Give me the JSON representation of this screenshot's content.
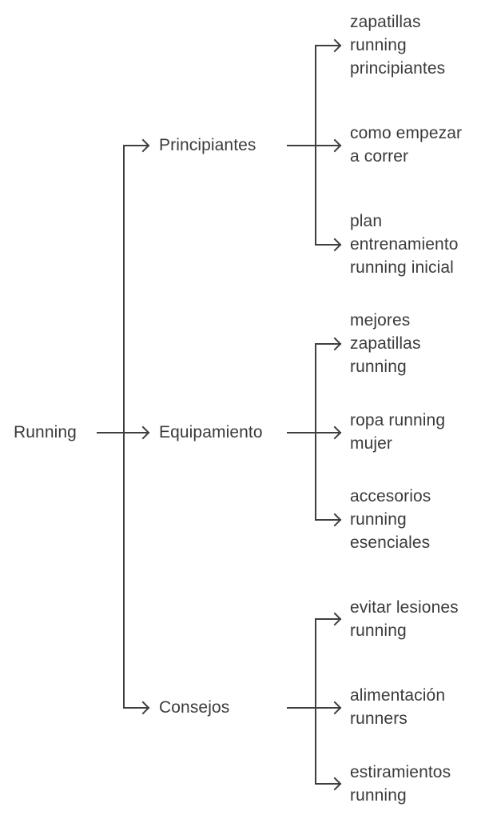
{
  "colors": {
    "text": "#3b3b3b",
    "line": "#3f3f3f",
    "background": "#ffffff"
  },
  "root": {
    "label": "Running"
  },
  "categories": [
    {
      "label": "Principiantes",
      "children": [
        "zapatillas\nrunning\nprincipiantes",
        "como empezar\na correr",
        "plan\nentrenamiento\nrunning inicial"
      ]
    },
    {
      "label": "Equipamiento",
      "children": [
        "mejores\nzapatillas\nrunning",
        "ropa running\nmujer",
        "accesorios\nrunning\nesenciales"
      ]
    },
    {
      "label": "Consejos",
      "children": [
        "evitar lesiones\nrunning",
        "alimentación\nrunners",
        "estiramientos\nrunning"
      ]
    }
  ]
}
